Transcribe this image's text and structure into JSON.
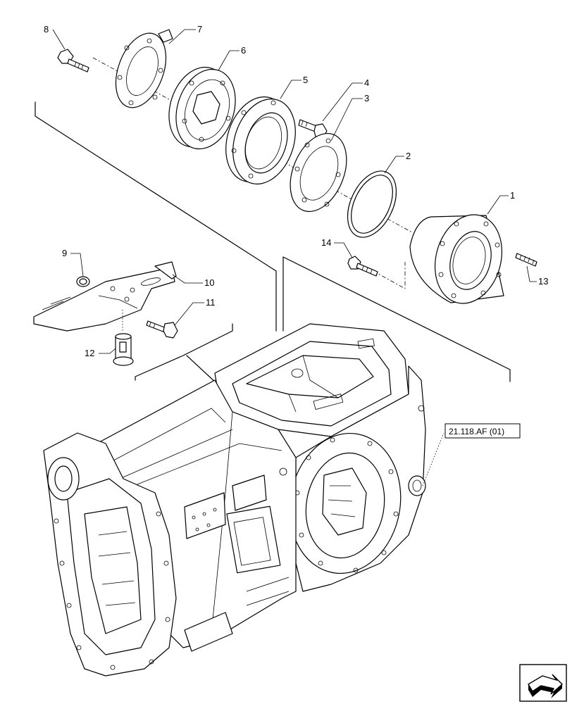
{
  "callouts": [
    {
      "id": "c1",
      "text": "1"
    },
    {
      "id": "c2",
      "text": "2"
    },
    {
      "id": "c3",
      "text": "3"
    },
    {
      "id": "c4",
      "text": "4"
    },
    {
      "id": "c5",
      "text": "5"
    },
    {
      "id": "c6",
      "text": "6"
    },
    {
      "id": "c7",
      "text": "7"
    },
    {
      "id": "c8",
      "text": "8"
    },
    {
      "id": "c9",
      "text": "9"
    },
    {
      "id": "c10",
      "text": "10"
    },
    {
      "id": "c11",
      "text": "11"
    },
    {
      "id": "c12",
      "text": "12"
    },
    {
      "id": "c13",
      "text": "13"
    },
    {
      "id": "c14",
      "text": "14"
    }
  ],
  "reference": {
    "text": "21.118.AF (01)"
  },
  "nav_icon": "next-page-arrow-icon"
}
